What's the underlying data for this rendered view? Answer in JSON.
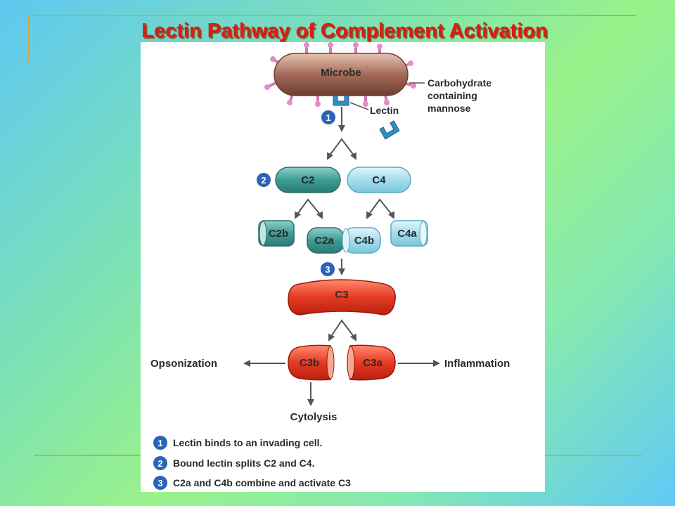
{
  "title": "Lectin Pathway of Complement Activation",
  "diagram": {
    "microbe": "Microbe",
    "carbohydrate": [
      "Carbohydrate",
      "containing",
      "mannose"
    ],
    "lectin": "Lectin",
    "c2": "C2",
    "c4": "C4",
    "c2b": "C2b",
    "c2a": "C2a",
    "c4b": "C4b",
    "c4a": "C4a",
    "c3": "C3",
    "c3b": "C3b",
    "c3a": "C3a",
    "opsonization": "Opsonization",
    "inflammation": "Inflammation",
    "cytolysis": "Cytolysis",
    "step_numbers": [
      "1",
      "2",
      "3"
    ]
  },
  "legend": [
    {
      "num": "1",
      "text": "Lectin binds to an invading cell."
    },
    {
      "num": "2",
      "text": "Bound lectin splits C2 and C4."
    },
    {
      "num": "3",
      "text": "C2a and C4b combine and activate C3"
    }
  ],
  "colors": {
    "title": "#e01818",
    "teal": "#3b9a93",
    "light_blue": "#9fdcec",
    "red": "#e53a24",
    "microbe": "#a8705e",
    "lectin": "#2f8fc4",
    "step_badge": "#2a63b8"
  }
}
